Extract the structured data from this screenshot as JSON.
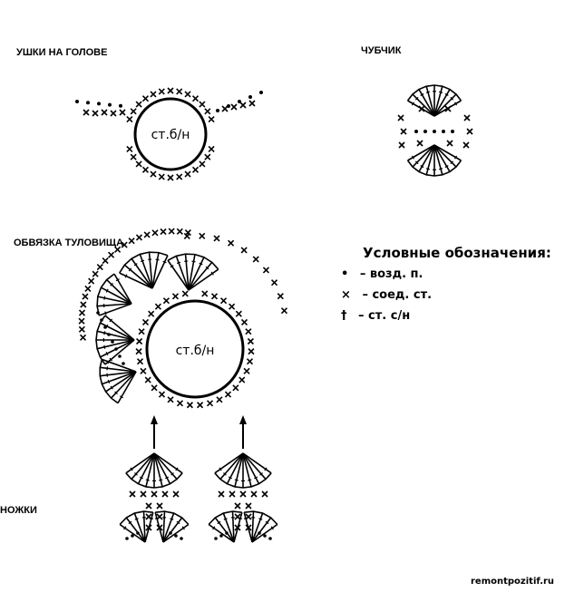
{
  "sections": {
    "ears": "УШКИ НА ГОЛОВЕ",
    "tuft": "ЧУБЧИК",
    "body": "ОБВЯЗКА ТУЛОВИЩА",
    "legs": "НОЖКИ"
  },
  "center_label": "ст.б/н",
  "legend": {
    "title": "Условные обозначения:",
    "items": [
      {
        "symbol": "•",
        "text": "– возд. п."
      },
      {
        "symbol": "×",
        "text": "– соед. ст."
      },
      {
        "symbol": "†",
        "text": "– ст. с/н"
      }
    ]
  },
  "watermark": "remontpozitif.ru"
}
